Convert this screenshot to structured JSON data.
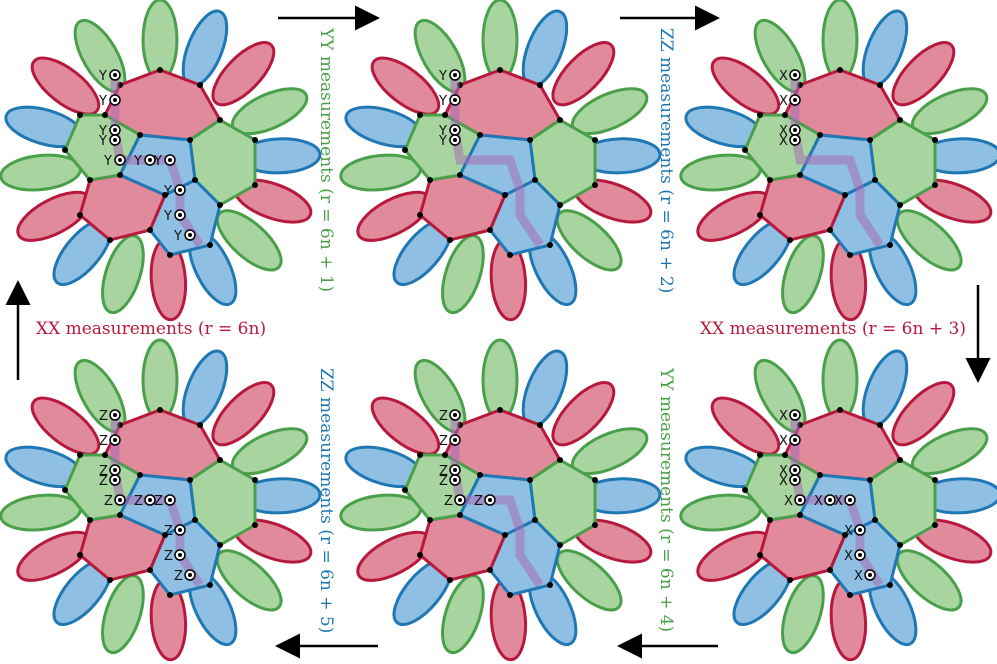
{
  "colors": {
    "red": "#b7193c",
    "green": "#4aa04a",
    "blue": "#1f77b4",
    "red_fill": "#e08a9b",
    "green_fill": "#a8d4a0",
    "blue_fill": "#8fc0e3",
    "path_highlight": "#a76bb5",
    "black": "#000000"
  },
  "labels": {
    "yy1": "YY measurements (r = 6n + 1)",
    "zz2": "ZZ measurements (r = 6n + 2)",
    "xx3": "XX measurements (r = 6n + 3)",
    "yy4": "YY measurements (r = 6n + 4)",
    "zz5": "ZZ measurements (r = 6n + 5)",
    "xx0": "XX measurements (r = 6n)"
  },
  "panels": [
    {
      "id": "p1",
      "marker_letter": "Y",
      "label_count": 10
    },
    {
      "id": "p2",
      "marker_letter": "Y",
      "label_count": 4
    },
    {
      "id": "p3",
      "marker_letter": "X",
      "label_count": 4
    },
    {
      "id": "p4",
      "marker_letter": "X",
      "label_count": 10
    },
    {
      "id": "p5",
      "marker_letter": "Z",
      "label_count": 6
    },
    {
      "id": "p6",
      "marker_letter": "Z",
      "label_count": 10
    }
  ]
}
